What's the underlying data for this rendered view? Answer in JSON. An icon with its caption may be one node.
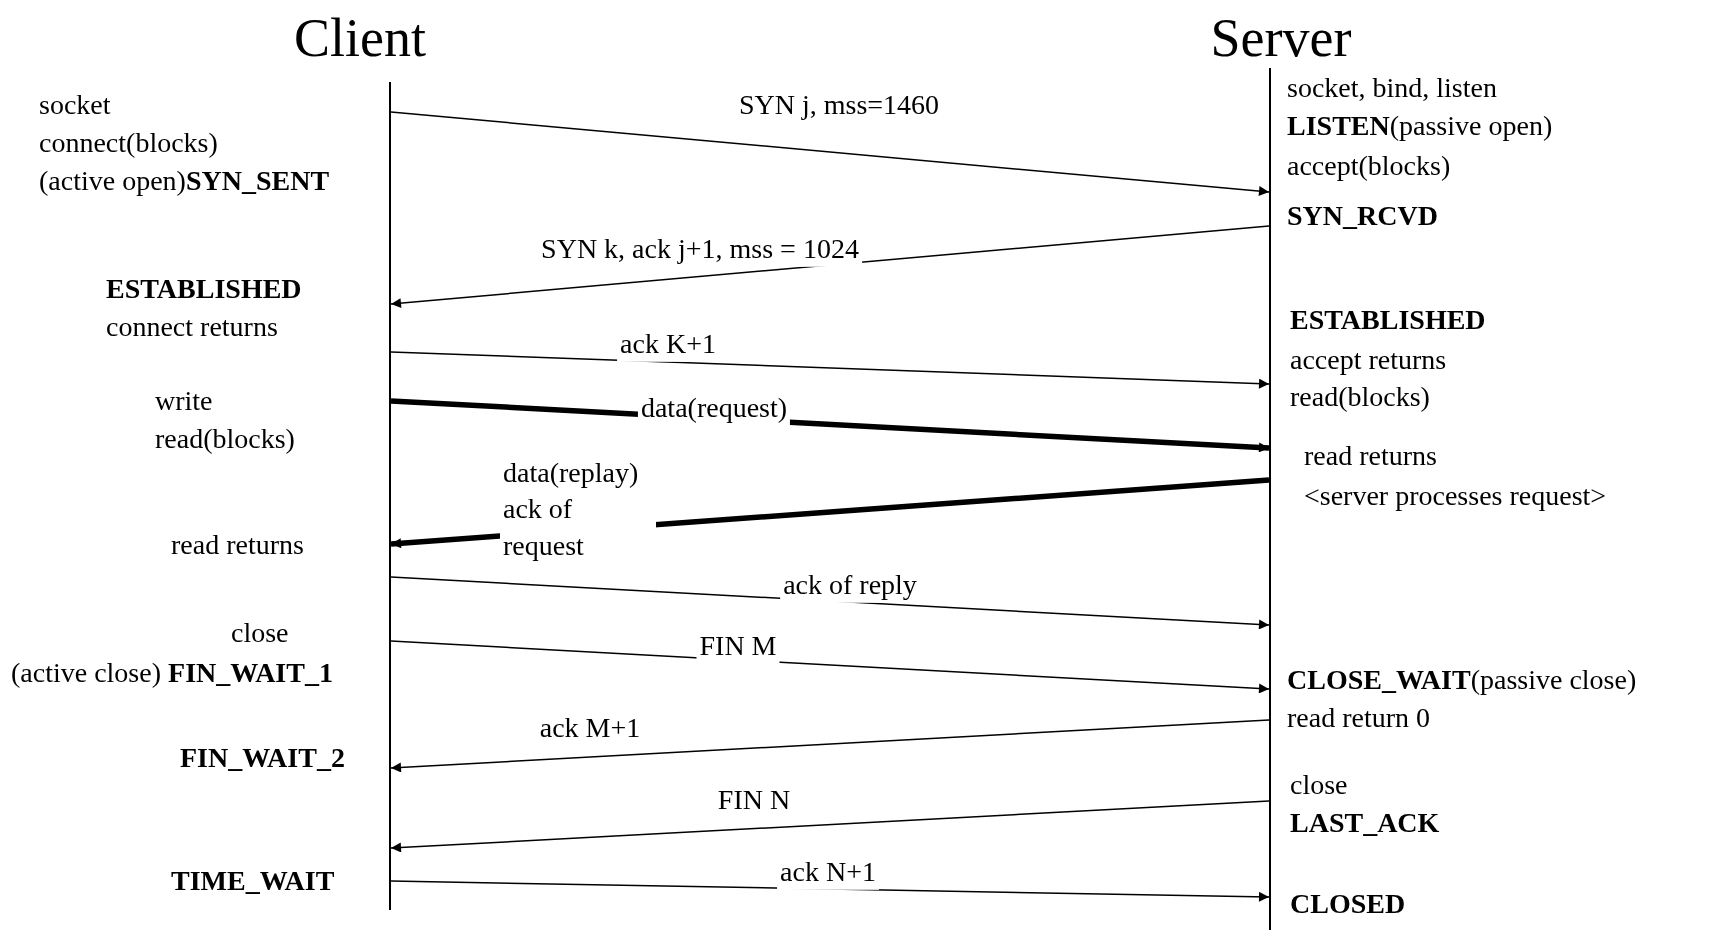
{
  "diagram": {
    "nodes": [
      {
        "text": [],
        "shape": "bar"
      },
      {
        "text": [],
        "shape": "bar"
      }
    ],
    "edges": [
      {
        "from": 0,
        "to": 1,
        "arrow": "to",
        "label": "SYN j, mss=1460"
      },
      {
        "from": 1,
        "to": 0,
        "arrow": "to",
        "label": "SYN k, ack j+1, mss = 1024"
      },
      {
        "from": 0,
        "to": 1,
        "arrow": "to",
        "label": "ack K+1"
      },
      {
        "from": 0,
        "to": 1,
        "arrow": "to",
        "label": "data(request)",
        "style": "thick"
      },
      {
        "from": 1,
        "to": 0,
        "arrow": "to",
        "label": "data(replay) ack of request",
        "style": "thick"
      },
      {
        "from": 0,
        "to": 1,
        "arrow": "to",
        "label": "ack of reply"
      },
      {
        "from": 0,
        "to": 1,
        "arrow": "to",
        "label": "FIN M"
      },
      {
        "from": 1,
        "to": 0,
        "arrow": "to",
        "label": "ack M+1"
      },
      {
        "from": 1,
        "to": 0,
        "arrow": "to",
        "label": "FIN N"
      },
      {
        "from": 0,
        "to": 1,
        "arrow": "to",
        "label": "ack N+1"
      }
    ],
    "labels": [
      "Client",
      "Server",
      "socket",
      "socket, bind, listen",
      "connect(blocks)",
      "**LISTEN**(passive open)",
      "(active open)**SYN_SENT**",
      "accept(blocks)",
      "SYN_RCVD",
      "ESTABLISHED",
      "connect returns",
      "ESTABLISHED",
      "accept returns",
      "write",
      "read(blocks)",
      "read(blocks)",
      "read returns",
      "<server processes request>",
      "read returns",
      "close",
      "(active close) **FIN_WAIT_1**",
      "**CLOSE_WAIT**(passive close)",
      "read return 0",
      "FIN_WAIT_2",
      "close",
      "LAST_ACK",
      "TIME_WAIT",
      "CLOSED"
    ]
  }
}
